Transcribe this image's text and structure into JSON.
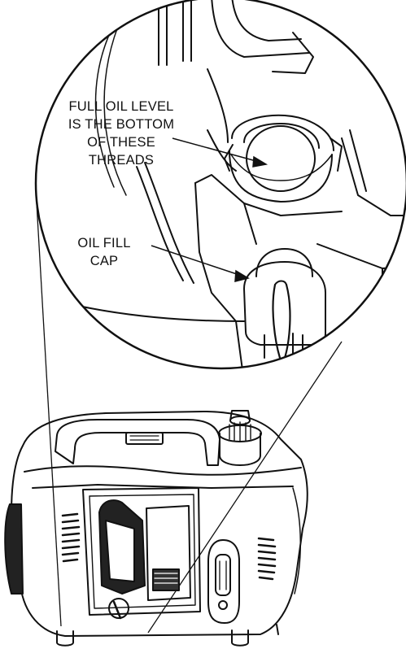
{
  "callouts": {
    "oil_level": {
      "lines": [
        "FULL OIL LEVEL",
        "IS THE BOTTOM",
        "OF THESE",
        "THREADS"
      ]
    },
    "fill_cap": {
      "lines": [
        "OIL FILL",
        "CAP"
      ]
    }
  },
  "colors": {
    "line": "#111111",
    "background": "#ffffff",
    "shade": "#444444"
  }
}
